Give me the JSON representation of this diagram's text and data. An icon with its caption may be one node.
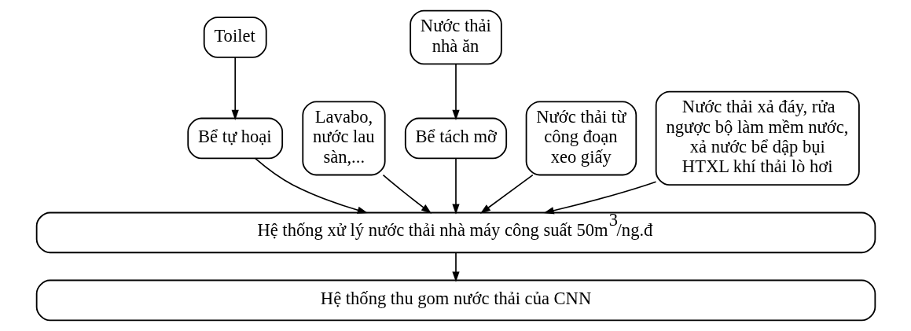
{
  "diagram": {
    "nodes": [
      {
        "text": [
          "Toilet"
        ]
      },
      {
        "text": [
          "Bể tự hoại"
        ]
      },
      {
        "text": [
          "Lavabo, nước lau sàn,..."
        ]
      },
      {
        "text": [
          "Nước thải nhà ăn"
        ]
      },
      {
        "text": [
          "Bể tách mỡ"
        ]
      },
      {
        "text": [
          "Nước thải từ công đoạn xeo giấy"
        ]
      },
      {
        "text": [
          "Nước thải xả đáy, rửa ngược bộ làm mềm nước, xả nước bể dập bụi HTXL khí thải lò hơi"
        ]
      },
      {
        "text": [
          "Hệ thống xử lý nước thải nhà máy công suất 50m$^{3}$/ng.đ"
        ]
      },
      {
        "text": [
          "Hệ thống thu gom nước thải của CNN"
        ]
      }
    ],
    "edges": [
      {
        "from": 0,
        "to": 1,
        "arrow": "to"
      },
      {
        "from": 3,
        "to": 4,
        "arrow": "to"
      },
      {
        "from": 1,
        "to": 7,
        "arrow": "to"
      },
      {
        "from": 2,
        "to": 7,
        "arrow": "to"
      },
      {
        "from": 4,
        "to": 7,
        "arrow": "to"
      },
      {
        "from": 5,
        "to": 7,
        "arrow": "to"
      },
      {
        "from": 6,
        "to": 7,
        "arrow": "to"
      },
      {
        "from": 7,
        "to": 8,
        "arrow": "to"
      }
    ]
  }
}
